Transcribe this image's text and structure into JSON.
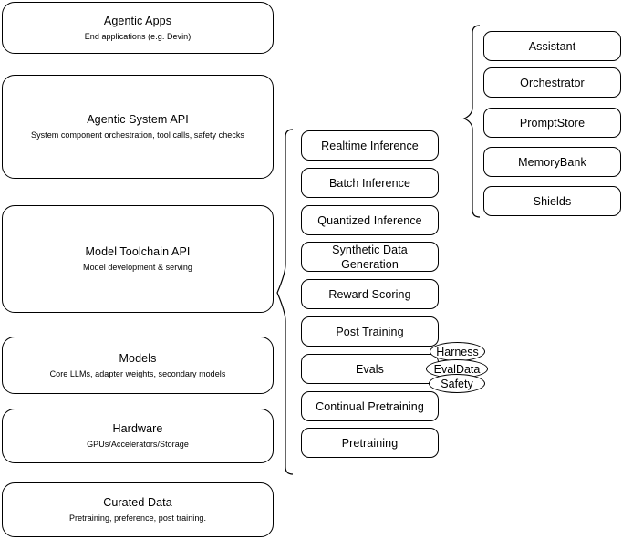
{
  "diagram": {
    "title": "AI Stack Layers Diagram",
    "stroke_color": "#000000",
    "background_color": "#ffffff",
    "connector_color": "#555555"
  },
  "stack_layers": [
    {
      "title": "Agentic Apps",
      "subtitle": "End applications (e.g. Devin)"
    },
    {
      "title": "Agentic System API",
      "subtitle": "System component orchestration, tool calls, safety checks"
    },
    {
      "title": "Model Toolchain API",
      "subtitle": "Model development & serving"
    },
    {
      "title": "Models",
      "subtitle": "Core LLMs, adapter weights, secondary models"
    },
    {
      "title": "Hardware",
      "subtitle": "GPUs/Accelerators/Storage"
    },
    {
      "title": "Curated Data",
      "subtitle": "Pretraining, preference, post training."
    }
  ],
  "toolchain_items": [
    {
      "label": "Realtime Inference"
    },
    {
      "label": "Batch Inference"
    },
    {
      "label": "Quantized Inference"
    },
    {
      "label": "Synthetic Data Generation"
    },
    {
      "label": "Reward Scoring"
    },
    {
      "label": "Post Training"
    },
    {
      "label": "Evals"
    },
    {
      "label": "Continual Pretraining"
    },
    {
      "label": "Pretraining"
    }
  ],
  "eval_tags": [
    {
      "label": "Harness"
    },
    {
      "label": "EvalData"
    },
    {
      "label": "Safety"
    }
  ],
  "agentic_components": [
    {
      "label": "Assistant"
    },
    {
      "label": "Orchestrator"
    },
    {
      "label": "PromptStore"
    },
    {
      "label": "MemoryBank"
    },
    {
      "label": "Shields"
    }
  ]
}
